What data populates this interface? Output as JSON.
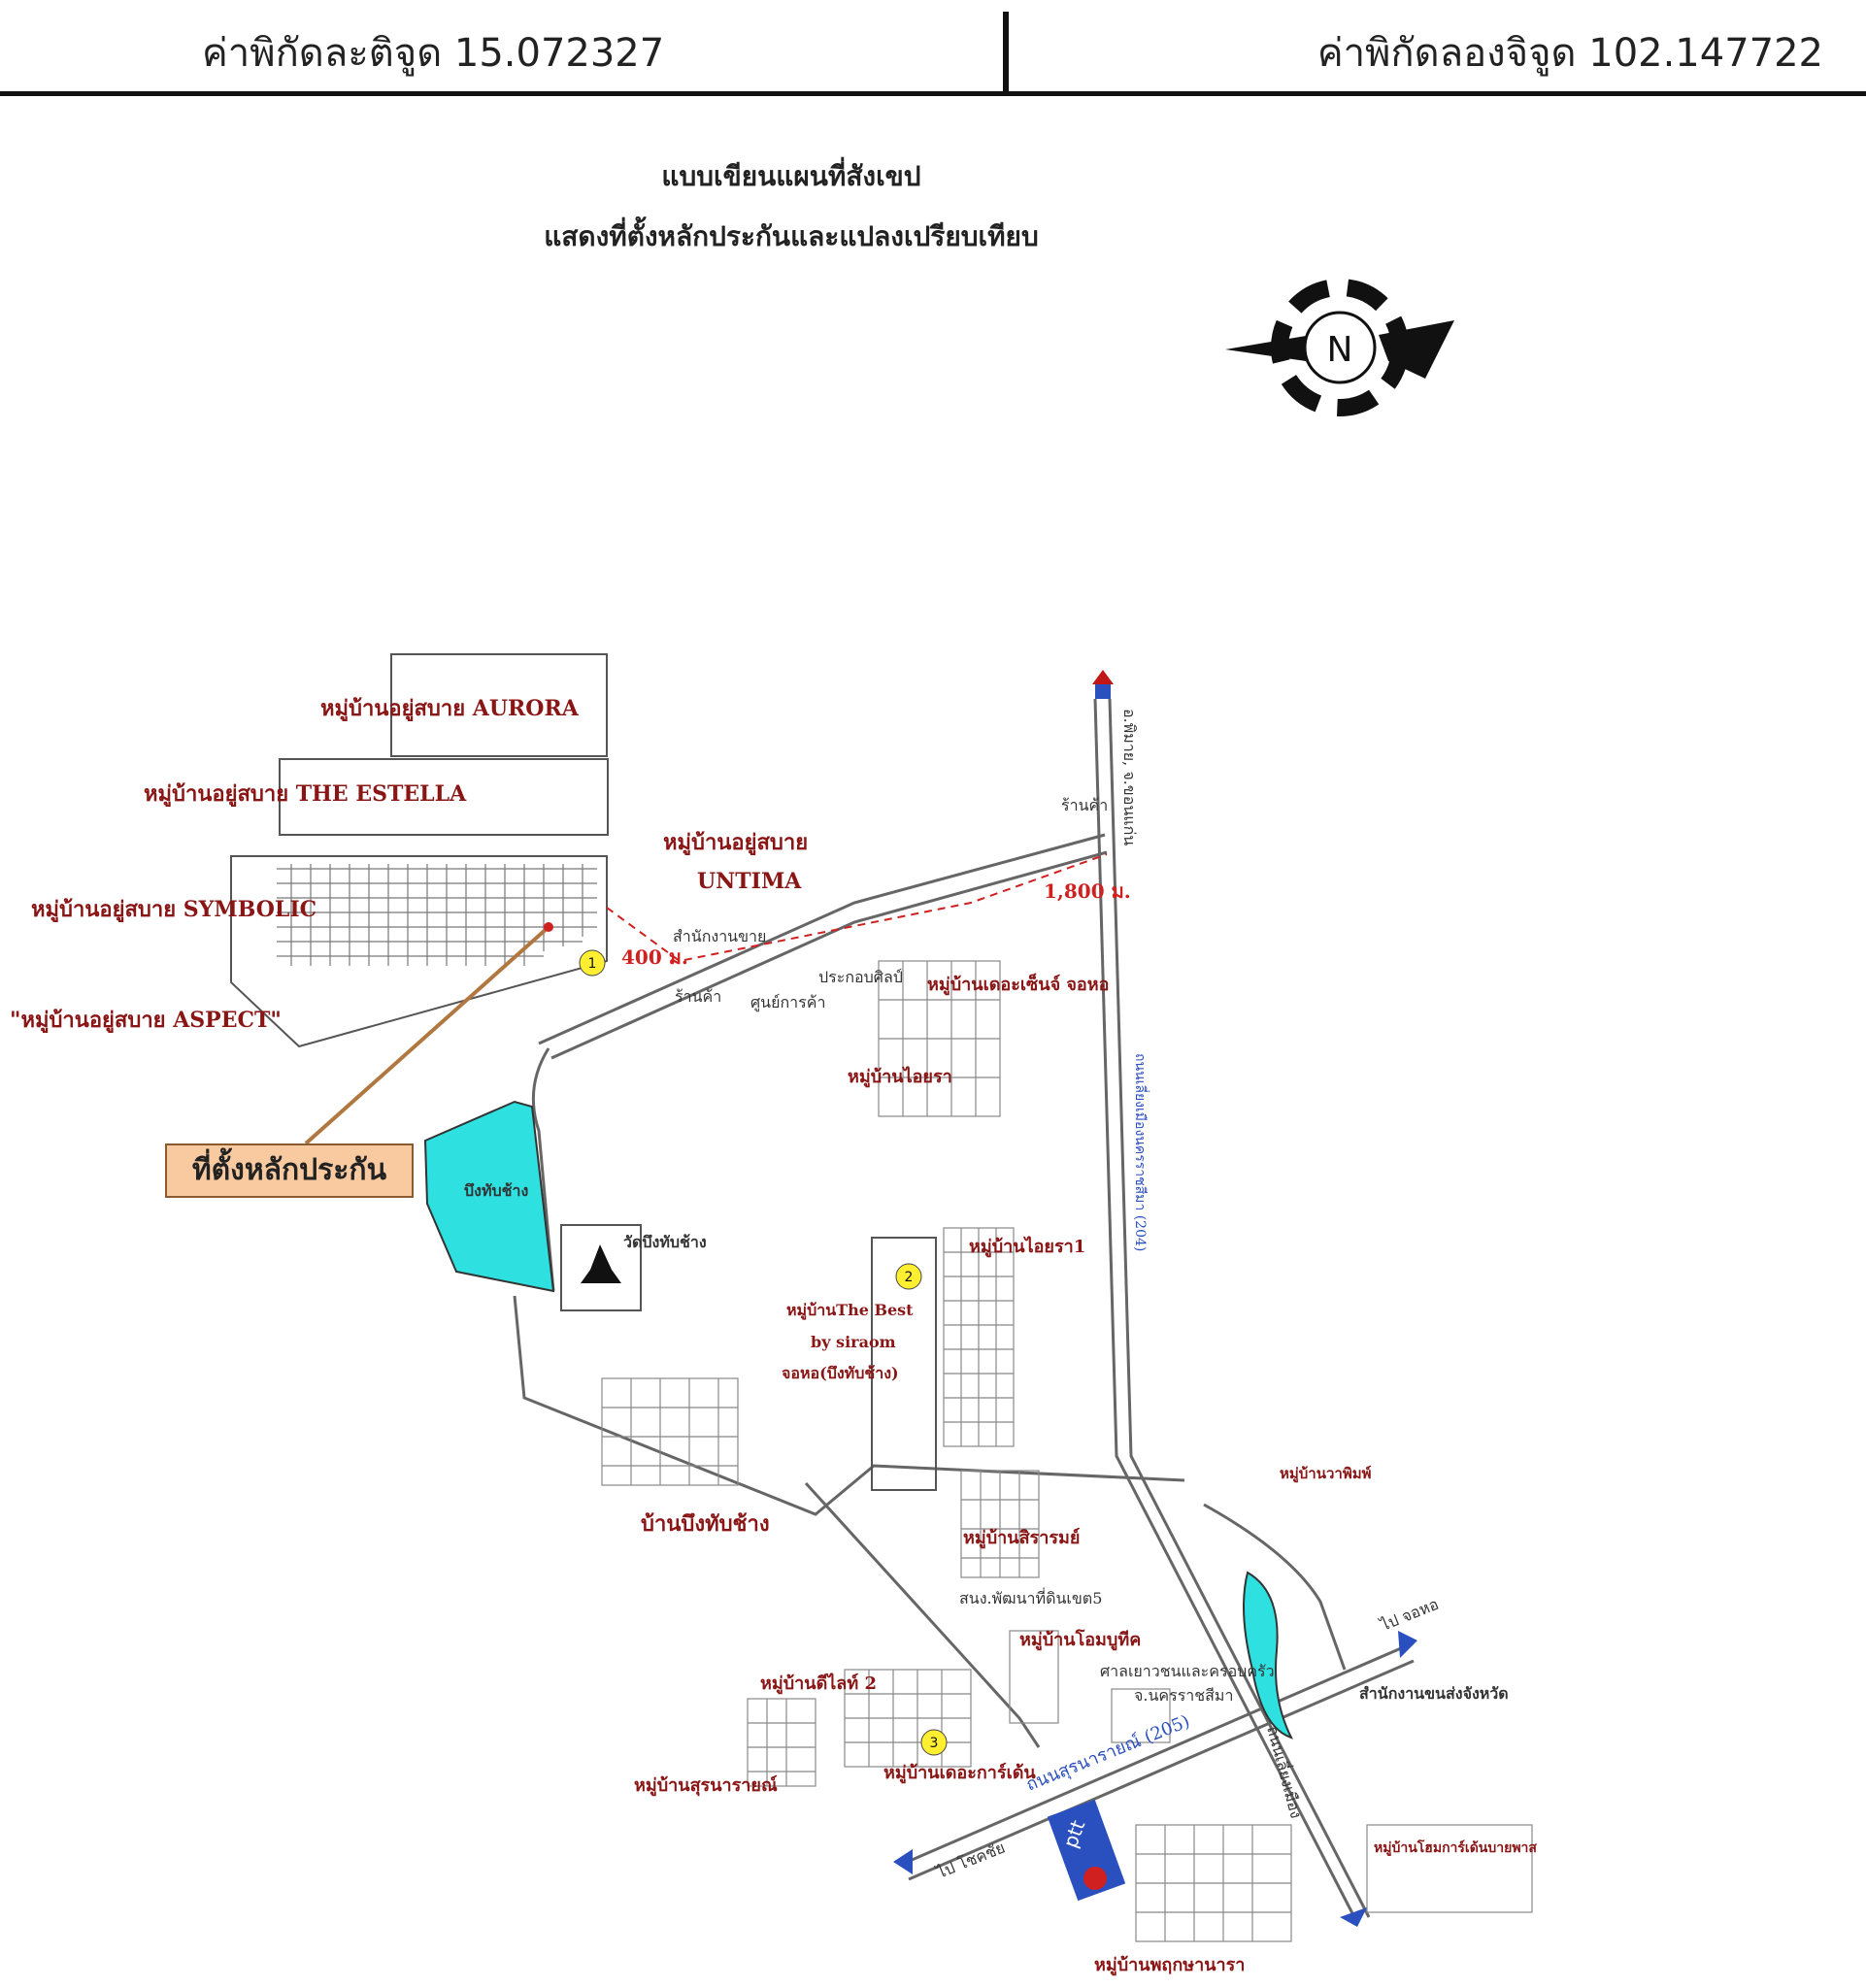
{
  "header": {
    "latitude": "ค่าพิกัดละติจูด 15.072327",
    "longitude": "ค่าพิกัดลองจิจูด 102.147722"
  },
  "title": {
    "line1": "แบบเขียนแผนที่สังเขป",
    "line2": "แสดงที่ตั้งหลักประกันและแปลงเปรียบเทียบ"
  },
  "compass": {
    "letter": "N"
  },
  "callout": {
    "label": "ที่ตั้งหลักประกัน"
  },
  "labels": {
    "aurora": "หมู่บ้านอยู่สบาย AURORA",
    "estella": "หมู่บ้านอยู่สบาย THE ESTELLA",
    "symbolic": "หมู่บ้านอยู่สบาย SYMBOLIC",
    "aspect": "\"หมู่บ้านอยู่สบาย ASPECT\"",
    "untima": "หมู่บ้านอยู่สบาย",
    "untima2": "UNTIMA",
    "dist400": "400 ม.",
    "dist1800": "1,800 ม.",
    "office": "สำนักงานขาย",
    "shop1": "ร้านค้า",
    "shop2": "ร้านค้า",
    "saleoffice": "ประกอบศิลป์",
    "market": "ศูนย์การค้า",
    "the_ville": "หมู่บ้านเดอะเซ็นจ์ จอหอ",
    "aira": "หมู่บ้านไอยรา",
    "lake": "บึงทับช้าง",
    "temple": "วัดบึงทับช้าง",
    "aira1": "หมู่บ้านไอยรา1",
    "best1": "หมู่บ้านThe Best",
    "best2": "by siraom",
    "best3": "จอหอ(บึงทับช้าง)",
    "ban_bueng": "บ้านบึงทับช้าง",
    "siram": "หมู่บ้านสิรารมย์",
    "vaipin": "หมู่บ้านวาพิมพ์",
    "ohm": "หมู่บ้านโอมบูทีค",
    "sanam": "หมู่บ้านดีไลท์ 2",
    "sunara": "หมู่บ้านสุรนารายณ์",
    "garden": "หมู่บ้านเดอะการ์เด้น",
    "pruksa": "หมู่บ้านพฤกษานารา",
    "sat": "หมู่บ้านโฮมการ์เด้นบายพาส",
    "court": "ศาลเยาวชนและครอบครัว",
    "court2": "จ.นครราชสีมา",
    "transport": "สำนักงานขนส่งจังหวัด",
    "agri": "สนง.พัฒนาที่ดินเขต5",
    "to_chokchai": "ไป จอหอ",
    "to_khonburi": "ไป โชคชัย",
    "rd_north": "อ.พิมาย, จ.ขอนแก่น",
    "rd_204": "ถนนเลี่ยงเมืองนครราชสีมา (204)",
    "rd_205": "ถนนสุรนารายณ์ (205)",
    "rd_south": "ถนนเลี่ยงเมือง",
    "ptt": "ptt",
    "n1": "1",
    "n2": "2",
    "n3": "3"
  }
}
